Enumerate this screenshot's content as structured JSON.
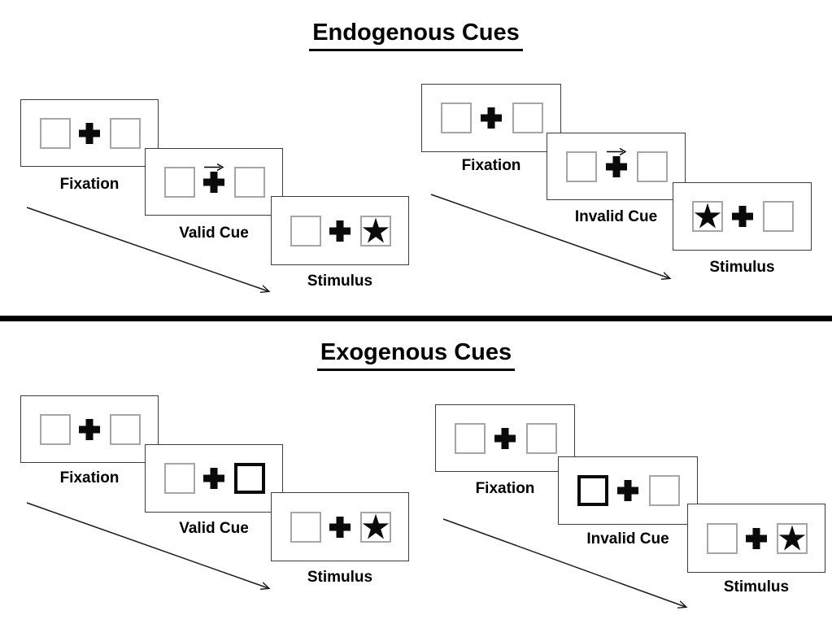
{
  "sections": [
    {
      "title": "Endogenous Cues",
      "trials": [
        {
          "name": "valid",
          "frames": [
            {
              "label": "Fixation",
              "cue": "none",
              "star": "none"
            },
            {
              "label": "Valid Cue",
              "cue": "arrow-right",
              "star": "none"
            },
            {
              "label": "Stimulus",
              "cue": "none",
              "star": "right"
            }
          ]
        },
        {
          "name": "invalid",
          "frames": [
            {
              "label": "Fixation",
              "cue": "none",
              "star": "none"
            },
            {
              "label": "Invalid Cue",
              "cue": "arrow-right",
              "star": "none"
            },
            {
              "label": "Stimulus",
              "cue": "none",
              "star": "left"
            }
          ]
        }
      ]
    },
    {
      "title": "Exogenous Cues",
      "trials": [
        {
          "name": "valid",
          "frames": [
            {
              "label": "Fixation",
              "cue": "none",
              "star": "none"
            },
            {
              "label": "Valid Cue",
              "cue": "bold-square-right",
              "star": "none"
            },
            {
              "label": "Stimulus",
              "cue": "none",
              "star": "right"
            }
          ]
        },
        {
          "name": "invalid",
          "frames": [
            {
              "label": "Fixation",
              "cue": "none",
              "star": "none"
            },
            {
              "label": "Invalid Cue",
              "cue": "bold-square-left",
              "star": "none"
            },
            {
              "label": "Stimulus",
              "cue": "none",
              "star": "right"
            }
          ]
        }
      ]
    }
  ],
  "colors": {
    "ink": "#000000",
    "card_border": "#3d3d3d",
    "square_border": "#a6a6a6",
    "bold_cue": "#0a0a0a"
  }
}
